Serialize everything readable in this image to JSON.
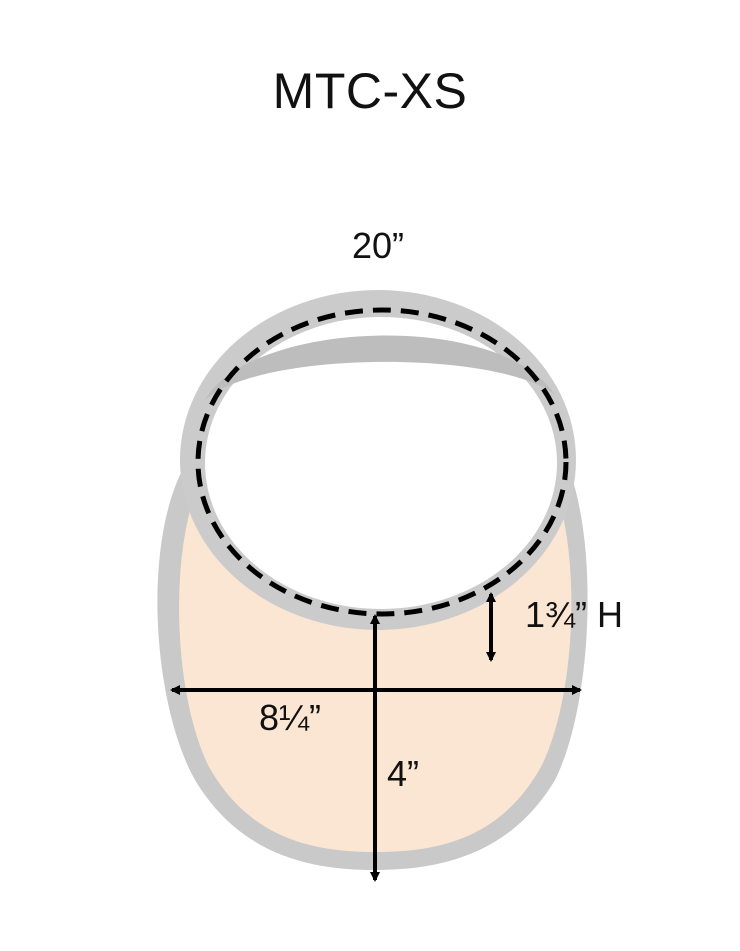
{
  "title": "MTC-XS",
  "product": {
    "name": "visor",
    "colors": {
      "outline": "#c8c8c8",
      "brim_fill": "#fbe6d3",
      "measure_line": "#000000",
      "background": "#ffffff"
    }
  },
  "measurements": {
    "circumference": "20”",
    "band_height": "1¾” H",
    "brim_width": "8¼”",
    "brim_depth": "4”"
  }
}
